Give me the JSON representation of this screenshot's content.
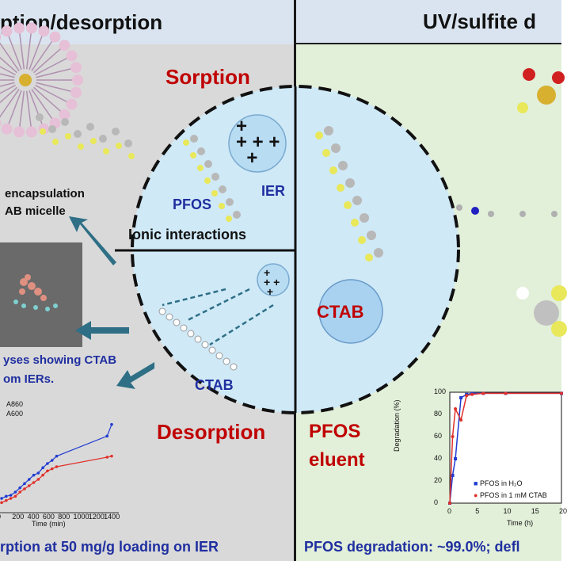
{
  "header": {
    "left_title": "ption/desorption",
    "right_title": "UV/sulfite d"
  },
  "left": {
    "micelle_caption_1": "encapsulation",
    "micelle_caption_2": "AB micelle",
    "sem_caption_1": "yses showing CTAB",
    "sem_caption_2": "om IERs.",
    "legend_1": "A860",
    "legend_2": "A600",
    "x_axis_label": "Time (min)",
    "x_ticks": [
      "0",
      "200",
      "400",
      "600",
      "800",
      "1000",
      "1200",
      "1400"
    ],
    "footer": "rption at 50 mg/g loading on IER"
  },
  "center": {
    "sorption": "Sorption",
    "desorption": "Desorption",
    "pfos": "PFOS",
    "ier": "IER",
    "ionic": "Ionic interactions",
    "ctab": "CTAB"
  },
  "right": {
    "ctab_label": "CTAB",
    "pfos_eluent_1": "PFOS",
    "pfos_eluent_2": "eluent",
    "chart_ylabel": "Degradation (%)",
    "chart_xlabel": "Time (h)",
    "chart_yticks": [
      "0",
      "20",
      "40",
      "60",
      "80",
      "100"
    ],
    "chart_xticks": [
      "0",
      "5",
      "10",
      "15",
      "20"
    ],
    "legend_1": "PFOS in H₂O",
    "legend_2": "PFOS in 1 mM CTAB",
    "footer": "PFOS degradation: ~99.0%; defl"
  },
  "colors": {
    "accent_red": "#c00000",
    "accent_blue": "#1f2fa0",
    "series_blue": "#1f3bd1",
    "series_red": "#e0302a"
  },
  "chart_data": [
    {
      "type": "line",
      "title": "",
      "xlabel": "Time (min)",
      "ylabel": "",
      "xlim": [
        0,
        1450
      ],
      "series": [
        {
          "name": "A860",
          "x": [
            0,
            60,
            120,
            180,
            240,
            300,
            360,
            420,
            480,
            540,
            600,
            660,
            720,
            1380,
            1440
          ],
          "y": [
            12,
            14,
            15,
            18,
            22,
            26,
            30,
            34,
            36,
            41,
            45,
            48,
            52,
            71,
            82
          ]
        },
        {
          "name": "A600",
          "x": [
            0,
            60,
            120,
            180,
            240,
            300,
            360,
            420,
            480,
            540,
            600,
            660,
            720,
            1380,
            1440
          ],
          "y": [
            8,
            10,
            12,
            14,
            18,
            21,
            24,
            27,
            30,
            34,
            38,
            40,
            42,
            51,
            52
          ]
        }
      ]
    },
    {
      "type": "line",
      "title": "",
      "xlabel": "Time (h)",
      "ylabel": "Degradation (%)",
      "xlim": [
        0,
        20
      ],
      "ylim": [
        0,
        100
      ],
      "series": [
        {
          "name": "PFOS in H₂O",
          "x": [
            0,
            0.5,
            1,
            2,
            3,
            4,
            6,
            10,
            20
          ],
          "y": [
            0,
            25,
            40,
            95,
            98,
            99,
            99,
            99,
            99
          ]
        },
        {
          "name": "PFOS in 1 mM CTAB",
          "x": [
            0,
            0.5,
            1,
            2,
            3,
            4,
            6,
            10,
            20
          ],
          "y": [
            0,
            60,
            85,
            75,
            97,
            98,
            99,
            99,
            99
          ]
        }
      ]
    }
  ]
}
